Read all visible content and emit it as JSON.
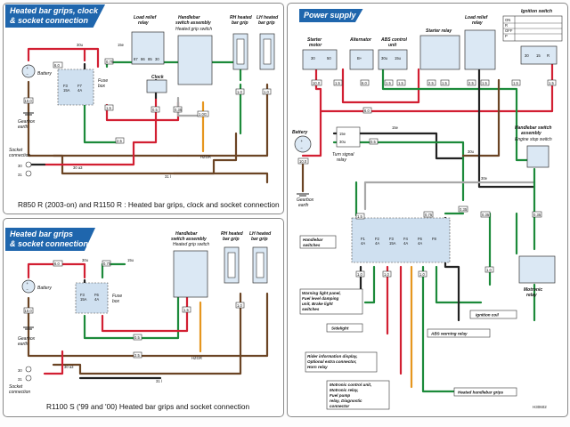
{
  "sections": {
    "tl": {
      "title_line1": "Heated bar grips, clock",
      "title_line2": "& socket connection",
      "caption": "R850 R (2003-on) and R1150 R : Heated bar grips, clock and socket connection"
    },
    "bl": {
      "title_line1": "Heated bar grips",
      "title_line2": "& socket connection",
      "caption": "R1100 S ('99 and '00) Heated bar grips and socket connection"
    },
    "r": {
      "title": "Power supply"
    }
  },
  "tl_labels": {
    "load_relief_relay": [
      "Load relief",
      "relay"
    ],
    "handlebar_switch": [
      "Handlebar",
      "switch assembly"
    ],
    "heated_grip_switch": "Heated grip switch",
    "rh_grip": [
      "RH heated",
      "bar grip"
    ],
    "lh_grip": [
      "LH heated",
      "bar grip"
    ],
    "battery": "Battery",
    "fuse_box": [
      "Fuse",
      "box"
    ],
    "clock": "Clock",
    "gearbox_earth": [
      "Gearbox",
      "earth"
    ],
    "socket_connection": [
      "Socket",
      "connection"
    ],
    "fuses": [
      "F3",
      "15A",
      "F7",
      "4A"
    ],
    "terminals": [
      "30u",
      "15e",
      "30",
      "31",
      "31 l",
      "HZGR",
      "30 a3"
    ],
    "wire_sizes": [
      "6.0",
      "10.0",
      "1.5",
      "0.75",
      "0.5",
      "0.35",
      "2.5",
      "1.0",
      "1.0G"
    ],
    "relay_pins": [
      "87",
      "86",
      "85",
      "30"
    ]
  },
  "bl_labels": {
    "handlebar_switch": [
      "Handlebar",
      "switch assembly"
    ],
    "heated_grip_switch": "Heated grip switch",
    "rh_grip": [
      "RH heated",
      "bar grip"
    ],
    "lh_grip": [
      "LH heated",
      "bar grip"
    ],
    "battery": "Battery",
    "fuse_box": [
      "Fuse",
      "box"
    ],
    "gearbox_earth": [
      "Gearbox",
      "earth"
    ],
    "socket_connection": [
      "Socket",
      "connection"
    ],
    "fuses": [
      "F3",
      "15A",
      "F6",
      "4A"
    ],
    "terminals": [
      "30u",
      "15u",
      "30",
      "31",
      "31 l",
      "HZGR",
      "30 a3"
    ],
    "wire_sizes": [
      "6.0",
      "10.0",
      "1.5",
      "0.75",
      "0.5",
      "2.5",
      "1.5",
      "1.0"
    ]
  },
  "r_labels": {
    "starter_motor": [
      "Starter",
      "motor"
    ],
    "alternator": "Alternator",
    "abs_control": [
      "ABS control",
      "unit"
    ],
    "starter_relay": "Starter relay",
    "load_relief_relay": [
      "Load relief",
      "relay"
    ],
    "ignition_switch": "Ignition switch",
    "ign_positions": [
      "ON",
      "R",
      "OFF",
      "P"
    ],
    "ign_terminals": [
      "30",
      "15",
      "R"
    ],
    "battery": "Battery",
    "gearbox_earth": [
      "Gearbox",
      "earth"
    ],
    "turn_signal_relay": [
      "Turn signal",
      "relay"
    ],
    "handlebar_switch_assembly": [
      "Handlebar switch",
      "assembly"
    ],
    "engine_stop_switch": "Engine stop switch",
    "handlebar_switches": [
      "Handlebar",
      "switches"
    ],
    "fuses": [
      "F1",
      "4A",
      "F2",
      "4A",
      "F3",
      "15A",
      "F4",
      "4A",
      "F6",
      "4A",
      "F8"
    ],
    "motronic_relay": [
      "Motronic",
      "relay"
    ],
    "warning_light_panel": [
      "Warning light panel,",
      "Fuel level damping",
      "unit, Brake light",
      "switches"
    ],
    "sidelight": "Sidelight",
    "ignition_coil": "Ignition coil",
    "abs_warning_relay": "ABS warning relay",
    "rider_info": [
      "Rider information display,",
      "Optional extra connector,",
      "Horn relay"
    ],
    "motronic_control": [
      "Motronic control unit,",
      "Motronic relay,",
      "Fuel pump",
      "relay, Diagnostic",
      "connector"
    ],
    "heated_grips": "Heated handlebar grips",
    "terminals": [
      "30",
      "50",
      "B+",
      "30u",
      "15u",
      "15e",
      "30u",
      "15e",
      "30e"
    ],
    "wire_sizes": [
      "10.0",
      "6.0",
      "1.5",
      "2.5",
      "1.0",
      "0.75",
      "0.5",
      "0.35"
    ],
    "ref_code": "H30602"
  }
}
